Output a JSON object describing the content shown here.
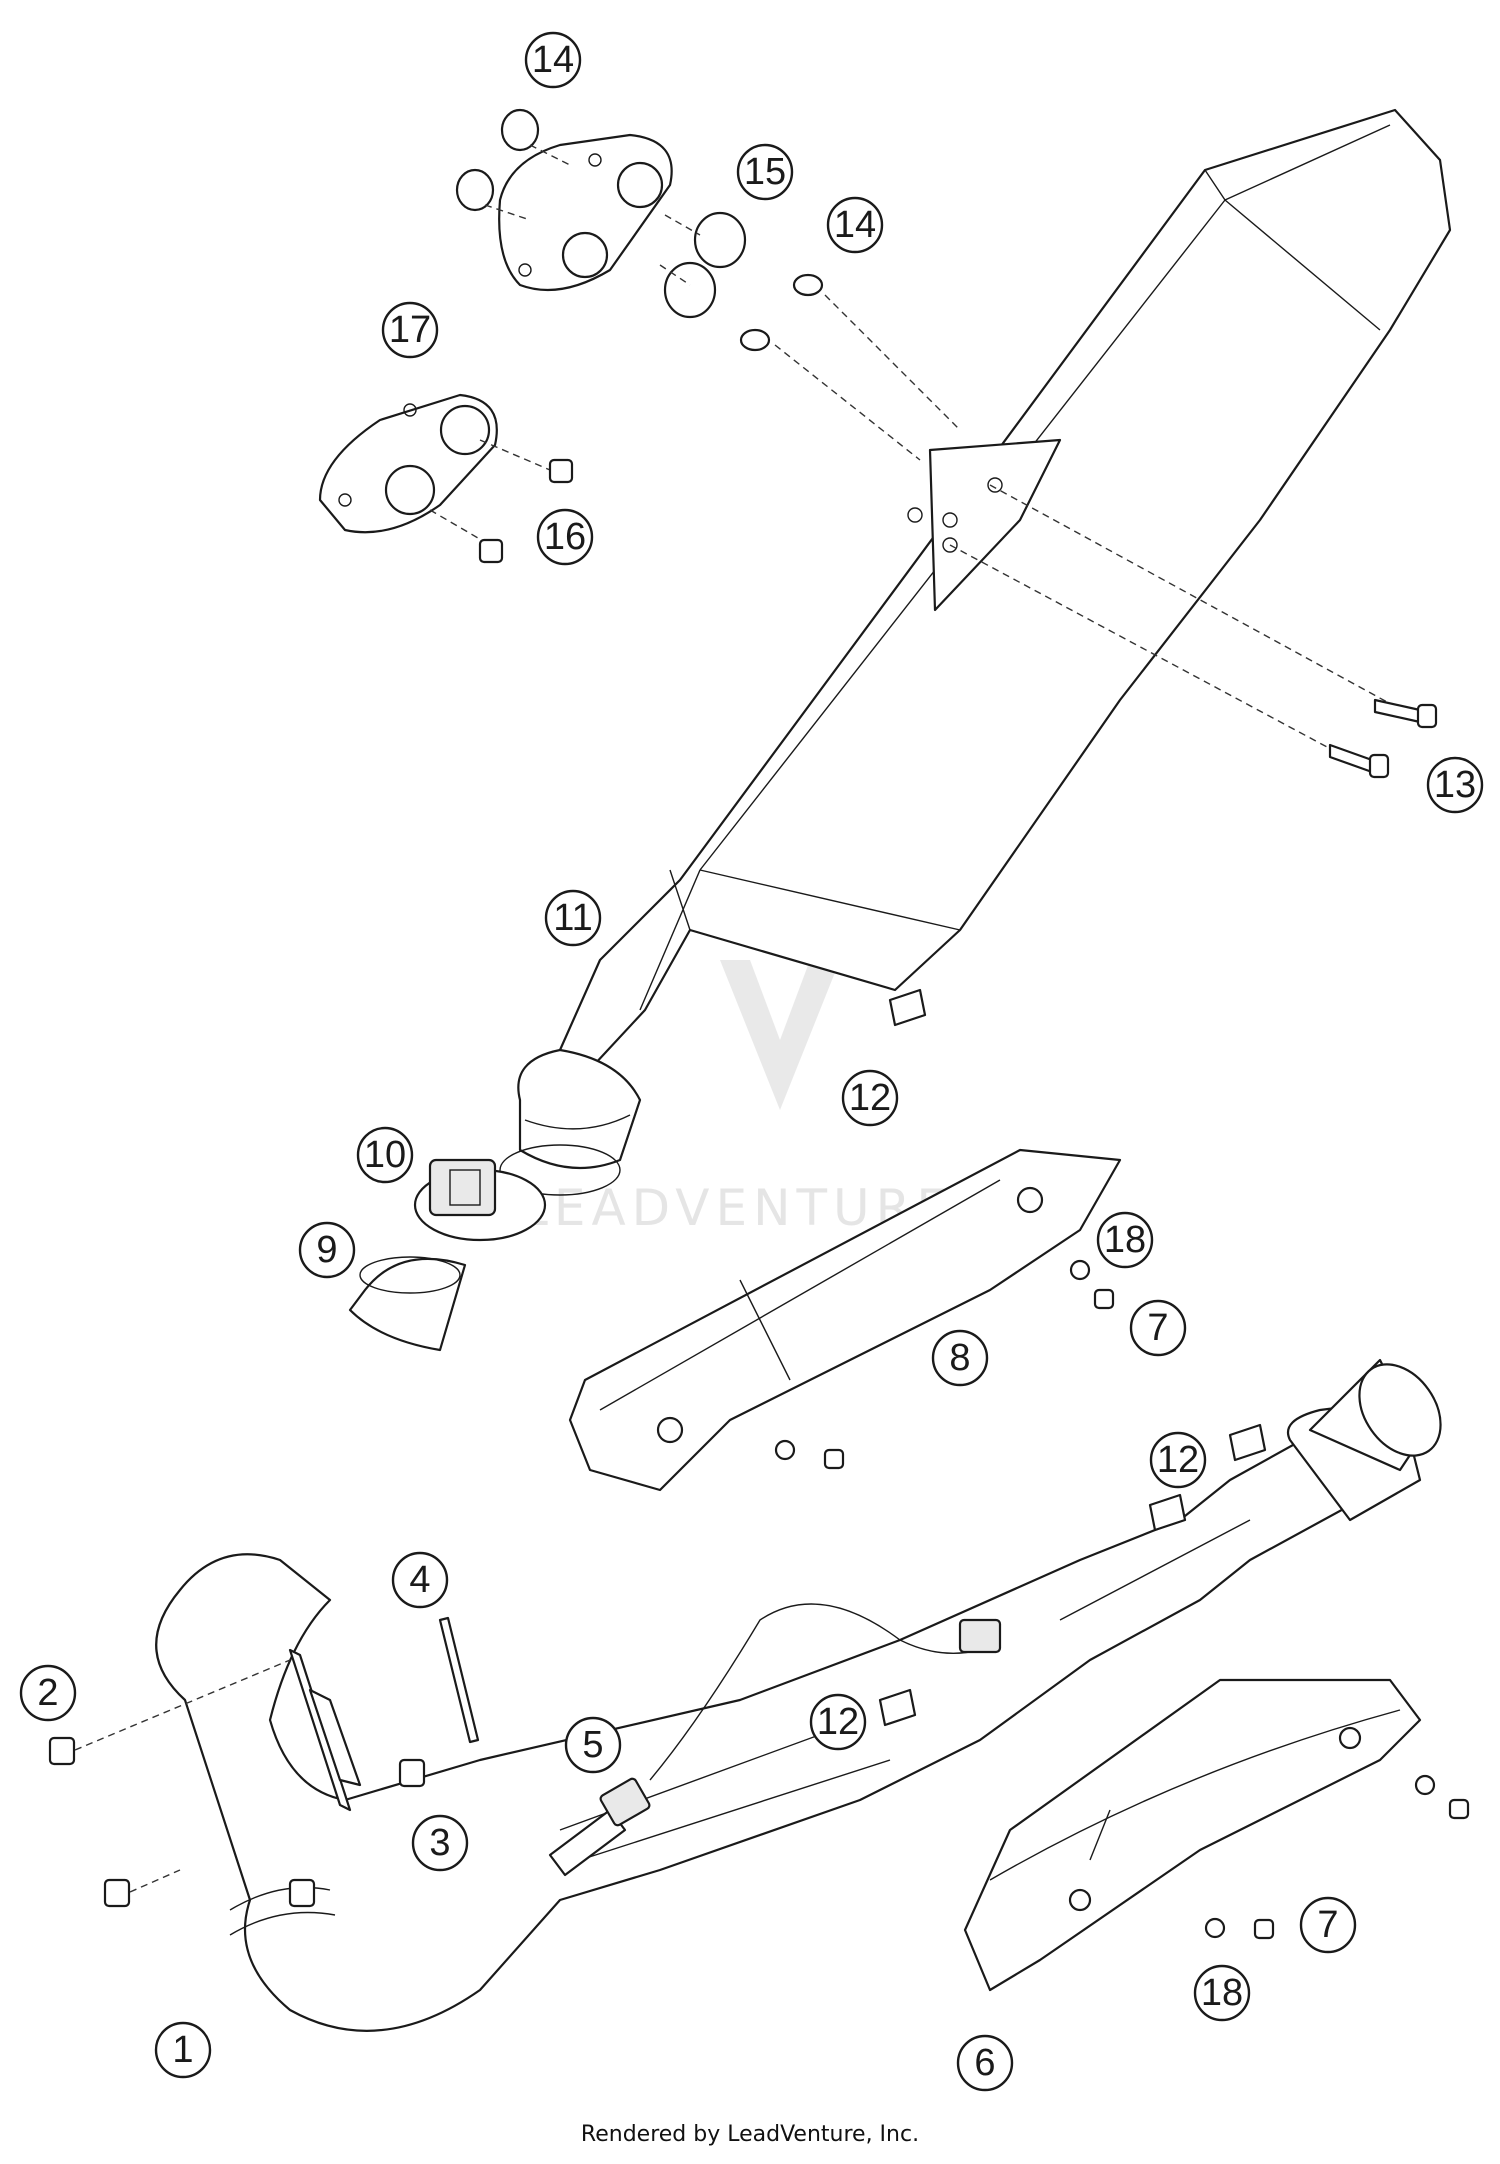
{
  "callouts": [
    {
      "id": "c14a",
      "label": "14"
    },
    {
      "id": "c15",
      "label": "15"
    },
    {
      "id": "c14b",
      "label": "14"
    },
    {
      "id": "c17",
      "label": "17"
    },
    {
      "id": "c16",
      "label": "16"
    },
    {
      "id": "c13",
      "label": "13"
    },
    {
      "id": "c11",
      "label": "11"
    },
    {
      "id": "c12a",
      "label": "12"
    },
    {
      "id": "c10",
      "label": "10"
    },
    {
      "id": "c9",
      "label": "9"
    },
    {
      "id": "c18a",
      "label": "18"
    },
    {
      "id": "c7a",
      "label": "7"
    },
    {
      "id": "c8",
      "label": "8"
    },
    {
      "id": "c12b",
      "label": "12"
    },
    {
      "id": "c4",
      "label": "4"
    },
    {
      "id": "c2",
      "label": "2"
    },
    {
      "id": "c12c",
      "label": "12"
    },
    {
      "id": "c5",
      "label": "5"
    },
    {
      "id": "c3",
      "label": "3"
    },
    {
      "id": "c1",
      "label": "1"
    },
    {
      "id": "c7b",
      "label": "7"
    },
    {
      "id": "c18b",
      "label": "18"
    },
    {
      "id": "c6",
      "label": "6"
    }
  ],
  "watermark_text": "LEADVENTURE",
  "credit": "Rendered by LeadVenture, Inc."
}
